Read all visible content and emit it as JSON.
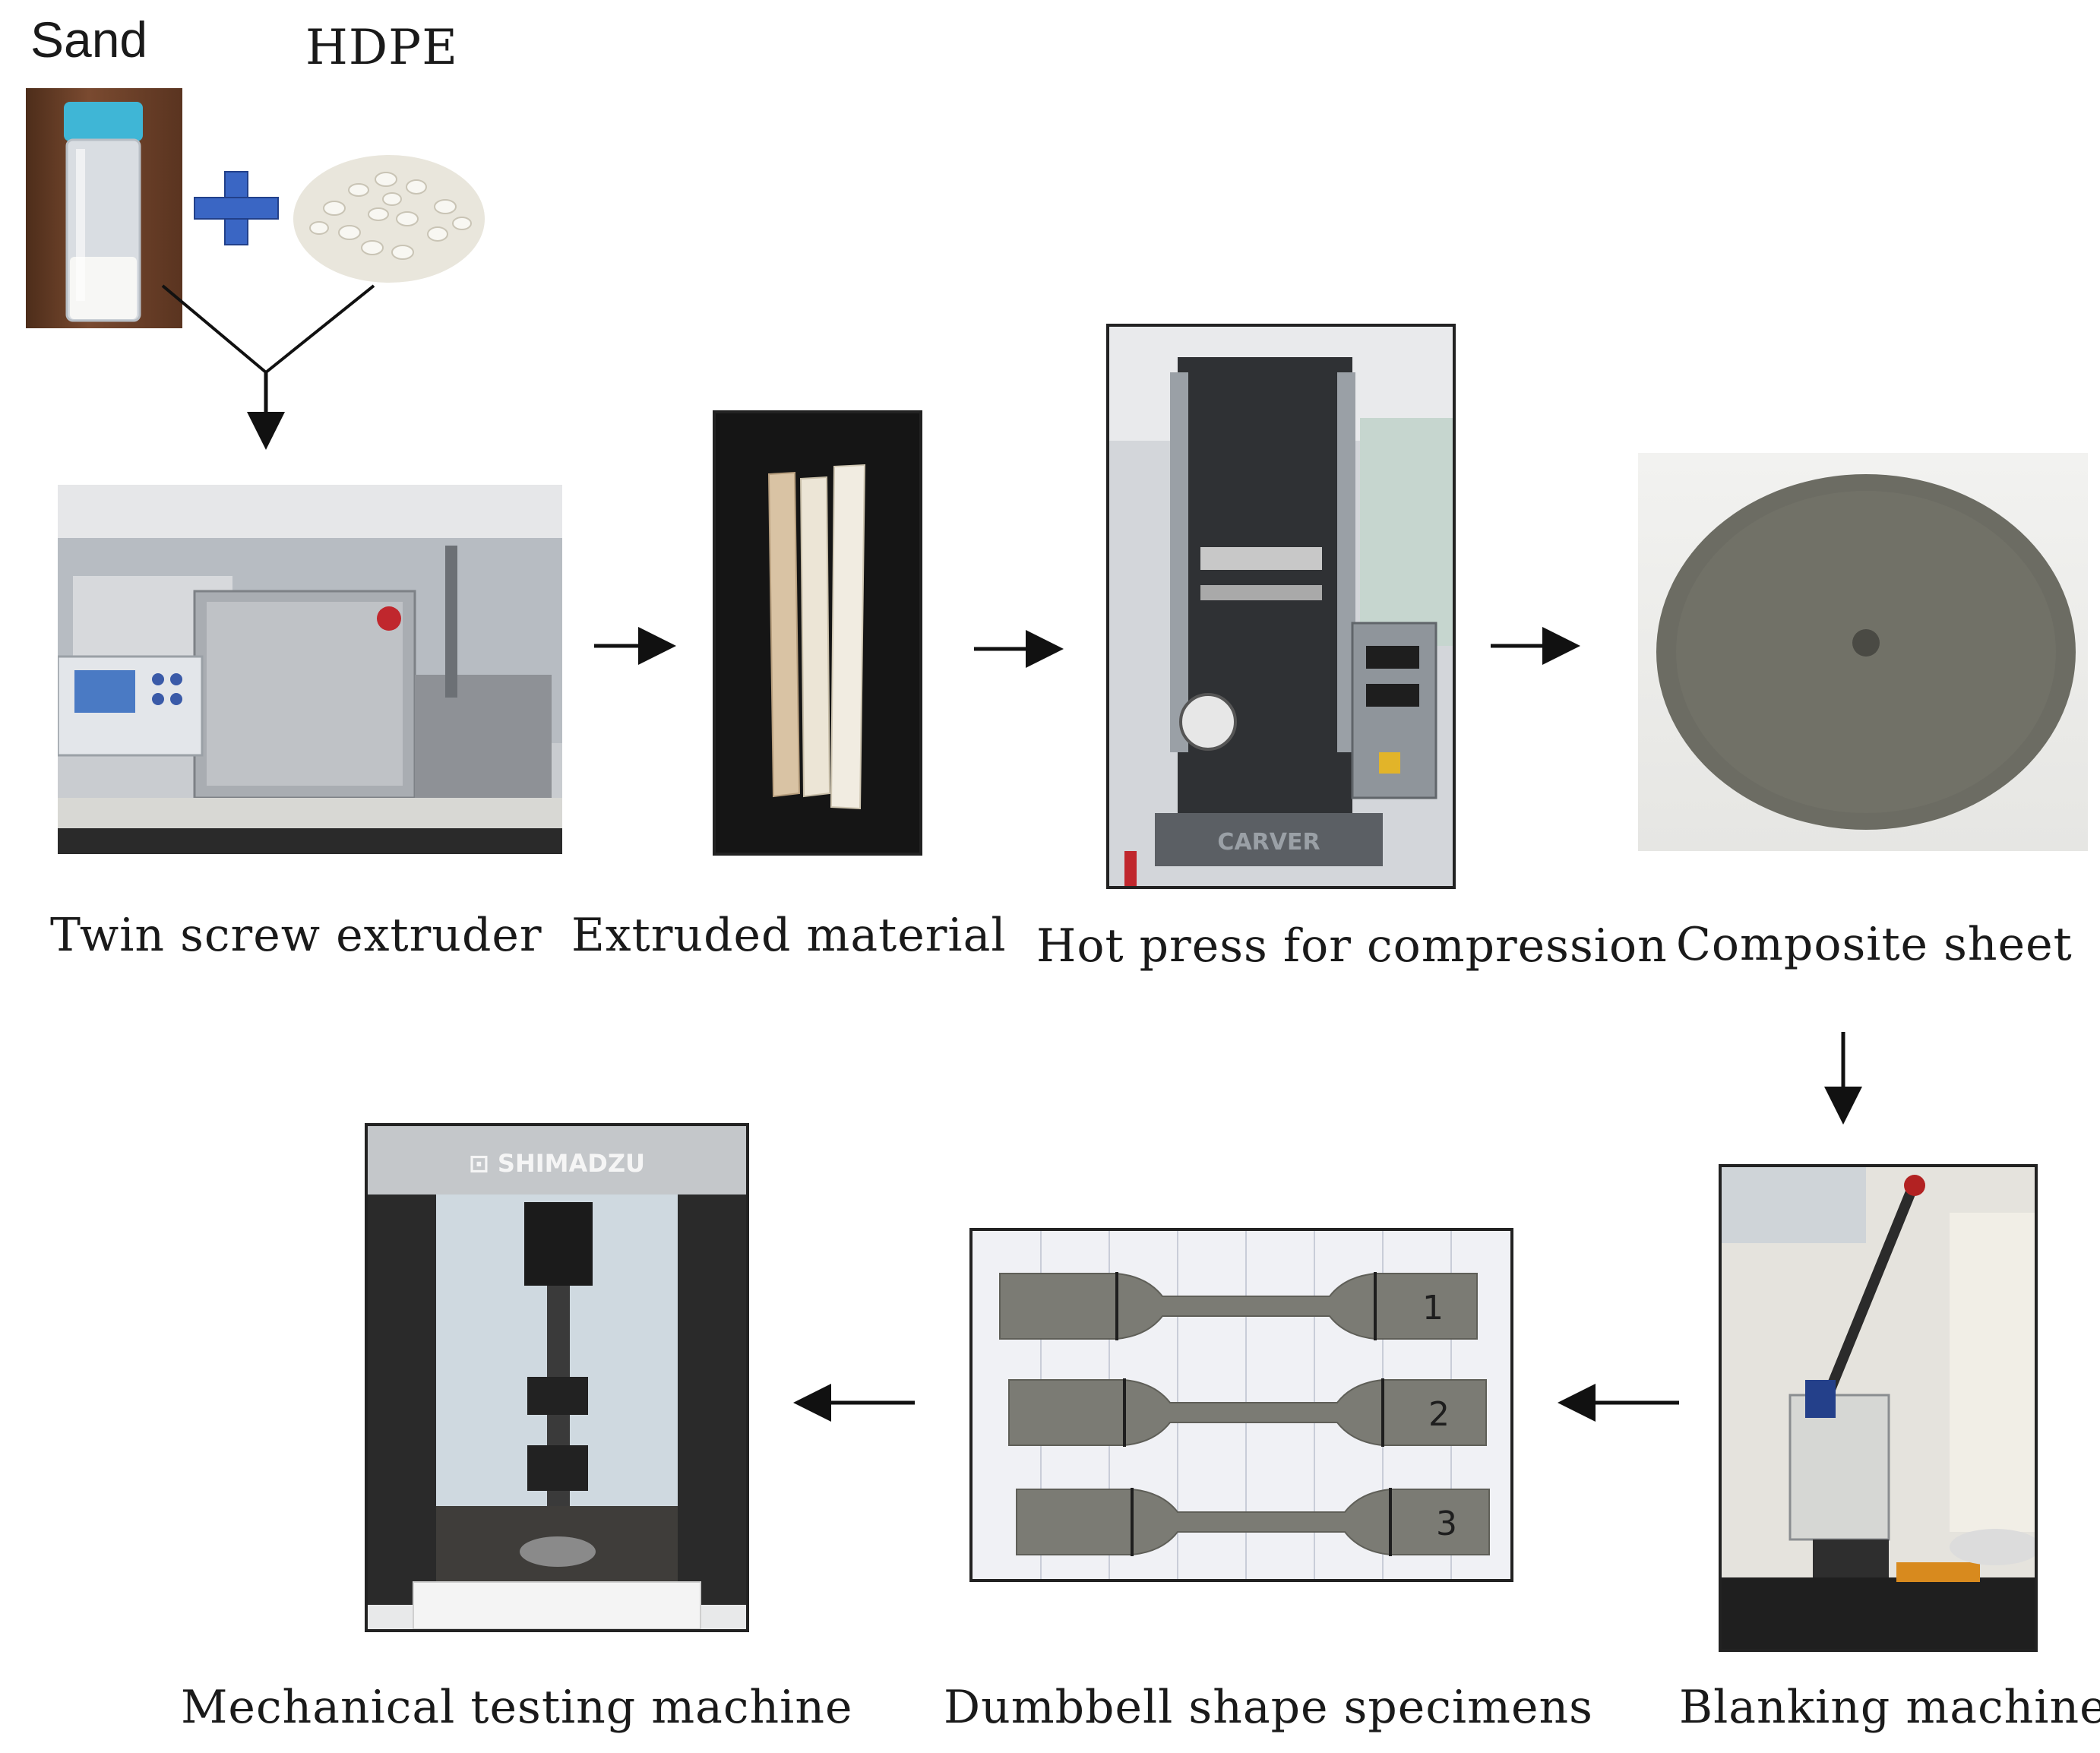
{
  "inputs": {
    "sand_label": "Sand",
    "hdpe_label": "HDPE"
  },
  "steps": {
    "twin_screw_extruder": "Twin screw extruder",
    "extruded_material": "Extruded material",
    "hot_press": "Hot press for compression",
    "composite_sheet": "Composite sheet",
    "blanking_machine": "Blanking machine",
    "dumbbell_specimens": "Dumbbell shape specimens",
    "mechanical_testing": "Mechanical testing machine"
  },
  "photo_text": {
    "press_brand": "CARVER",
    "tester_brand": "SHIMADZU",
    "specimen_marks": [
      "1",
      "2",
      "3"
    ]
  },
  "colors": {
    "plus": "#3a66c4",
    "arrow": "#111111",
    "bottle_cap": "#3fb6d6"
  }
}
